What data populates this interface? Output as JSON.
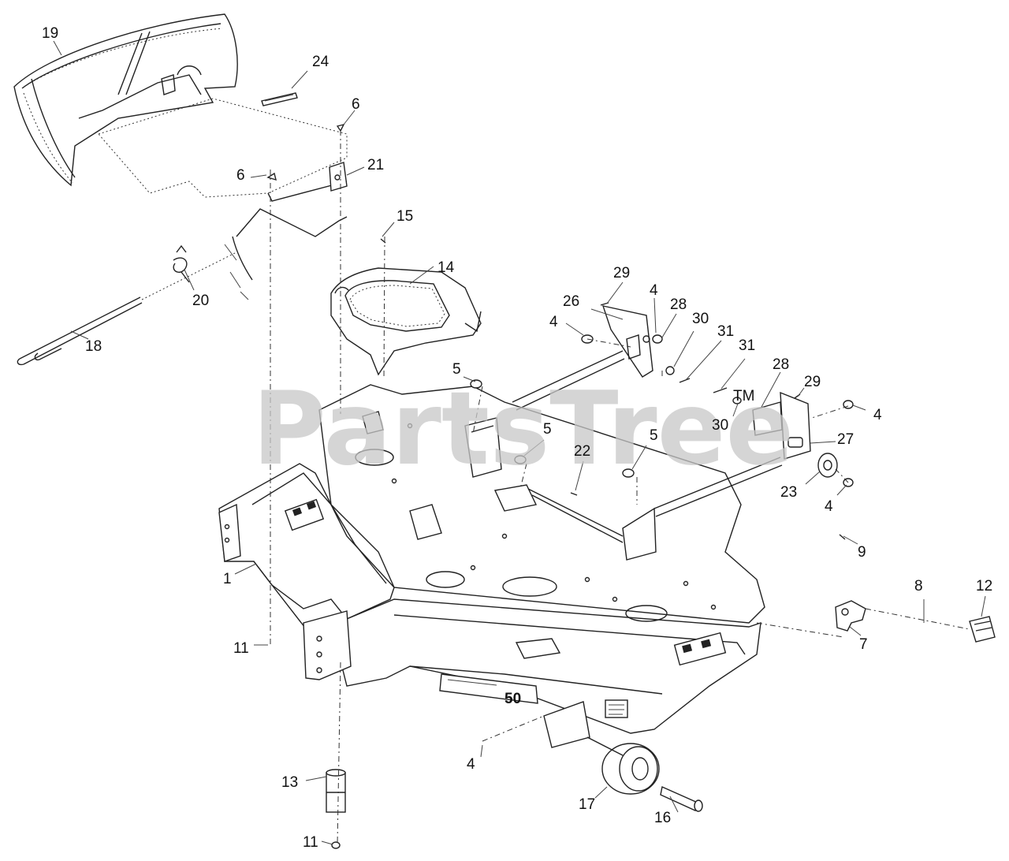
{
  "watermark": "PartsTree",
  "trademark": "TM",
  "deck_badge": "50",
  "callouts": [
    "19",
    "24",
    "6",
    "6",
    "21",
    "15",
    "14",
    "20",
    "18",
    "29",
    "26",
    "4",
    "4",
    "28",
    "30",
    "31",
    "31",
    "28",
    "29",
    "5",
    "5",
    "5",
    "22",
    "30",
    "4",
    "27",
    "23",
    "4",
    "9",
    "1",
    "8",
    "12",
    "7",
    "11",
    "13",
    "11",
    "4",
    "17",
    "16"
  ]
}
